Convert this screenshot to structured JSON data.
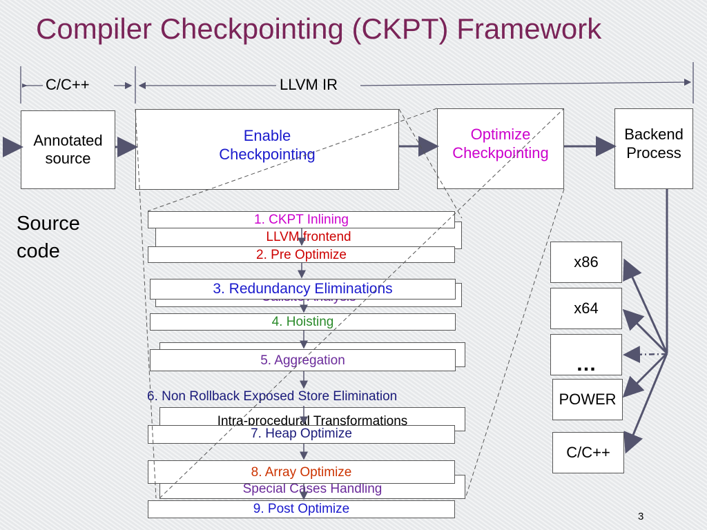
{
  "title": "Compiler Checkpointing (CKPT) Framework",
  "stage_labels": {
    "cpp": "C/C++",
    "llvm_ir": "LLVM IR"
  },
  "boxes": {
    "annotated": "Annotated source",
    "enable": "Enable Checkpointing",
    "optimize": "Optimize Checkpointing",
    "backend": "Backend Process"
  },
  "source_code": "Source code",
  "ghost_labels": {
    "llvm_frontend": "LLVM frontend",
    "callsite": "Callsite Analysis",
    "intra": "Intra-procedural Transformations",
    "special": "Special Cases Handling"
  },
  "steps": [
    {
      "label": "1. CKPT Inlining",
      "color": "#cc00cc"
    },
    {
      "label": "2. Pre Optimize",
      "color": "#cc0000"
    },
    {
      "label": "3. Redundancy Eliminations",
      "color": "#1a1acc"
    },
    {
      "label": "4. Hoisting",
      "color": "#2a8a2a"
    },
    {
      "label": "5. Aggregation",
      "color": "#6a2a9a"
    },
    {
      "label": "6. Non Rollback Exposed Store Elimination",
      "color": "#1a1a7a"
    },
    {
      "label": "7. Heap Optimize",
      "color": "#1a1a7a"
    },
    {
      "label": "8. Array Optimize",
      "color": "#cc3300"
    },
    {
      "label": "9. Post Optimize",
      "color": "#1a1acc"
    }
  ],
  "platforms": [
    "x86",
    "x64",
    "…",
    "POWER",
    "C/C++"
  ],
  "slide_number": "3",
  "colors": {
    "title": "#7a2458",
    "enable": "#1a1acc",
    "optimize": "#cc00cc",
    "arrow": "#54546e"
  }
}
